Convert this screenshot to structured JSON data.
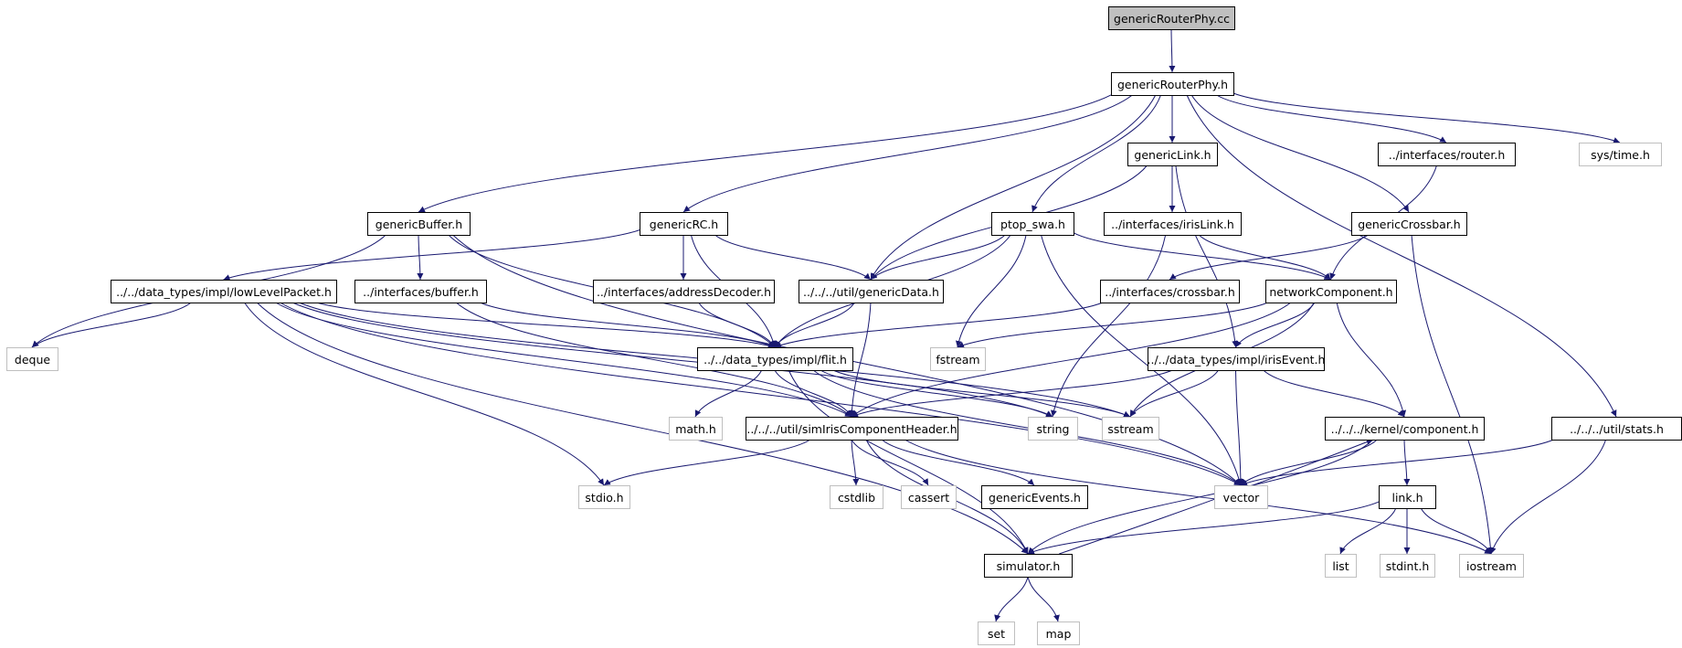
{
  "diagram": {
    "title": "",
    "colors": {
      "edge": "#191970",
      "root_fill": "#bfbfbf",
      "node_border": "#000000",
      "ext_border": "#bfbfbf",
      "text": "#000000"
    },
    "nodes": [
      {
        "id": "genericRouterPhy_cc",
        "label": "genericRouterPhy.cc",
        "kind": "root"
      },
      {
        "id": "genericRouterPhy_h",
        "label": "genericRouterPhy.h",
        "kind": "local"
      },
      {
        "id": "genericLink_h",
        "label": "genericLink.h",
        "kind": "local"
      },
      {
        "id": "interfaces_router_h",
        "label": "../interfaces/router.h",
        "kind": "local"
      },
      {
        "id": "sys_time_h",
        "label": "sys/time.h",
        "kind": "external"
      },
      {
        "id": "genericBuffer_h",
        "label": "genericBuffer.h",
        "kind": "local"
      },
      {
        "id": "genericRC_h",
        "label": "genericRC.h",
        "kind": "local"
      },
      {
        "id": "ptop_swa_h",
        "label": "ptop_swa.h",
        "kind": "local"
      },
      {
        "id": "interfaces_irisLink_h",
        "label": "../interfaces/irisLink.h",
        "kind": "local"
      },
      {
        "id": "genericCrossbar_h",
        "label": "genericCrossbar.h",
        "kind": "local"
      },
      {
        "id": "lowLevelPacket_h",
        "label": "../../data_types/impl/lowLevelPacket.h",
        "kind": "local"
      },
      {
        "id": "interfaces_buffer_h",
        "label": "../interfaces/buffer.h",
        "kind": "local"
      },
      {
        "id": "interfaces_addressDecoder_h",
        "label": "../interfaces/addressDecoder.h",
        "kind": "local"
      },
      {
        "id": "util_genericData_h",
        "label": "../../../util/genericData.h",
        "kind": "local"
      },
      {
        "id": "interfaces_crossbar_h",
        "label": "../interfaces/crossbar.h",
        "kind": "local"
      },
      {
        "id": "networkComponent_h",
        "label": "networkComponent.h",
        "kind": "local"
      },
      {
        "id": "deque",
        "label": "deque",
        "kind": "external"
      },
      {
        "id": "flit_h",
        "label": "../../data_types/impl/flit.h",
        "kind": "local"
      },
      {
        "id": "fstream",
        "label": "fstream",
        "kind": "external"
      },
      {
        "id": "irisEvent_h",
        "label": "../../data_types/impl/irisEvent.h",
        "kind": "local"
      },
      {
        "id": "math_h",
        "label": "math.h",
        "kind": "external"
      },
      {
        "id": "simIrisComponentHeader_h",
        "label": "../../../util/simIrisComponentHeader.h",
        "kind": "local"
      },
      {
        "id": "string",
        "label": "string",
        "kind": "external"
      },
      {
        "id": "sstream",
        "label": "sstream",
        "kind": "external"
      },
      {
        "id": "kernel_component_h",
        "label": "../../../kernel/component.h",
        "kind": "local"
      },
      {
        "id": "util_stats_h",
        "label": "../../../util/stats.h",
        "kind": "local"
      },
      {
        "id": "stdio_h",
        "label": "stdio.h",
        "kind": "external"
      },
      {
        "id": "cstdlib",
        "label": "cstdlib",
        "kind": "external"
      },
      {
        "id": "cassert",
        "label": "cassert",
        "kind": "external"
      },
      {
        "id": "genericEvents_h",
        "label": "genericEvents.h",
        "kind": "local"
      },
      {
        "id": "vector",
        "label": "vector",
        "kind": "external"
      },
      {
        "id": "link_h",
        "label": "link.h",
        "kind": "local"
      },
      {
        "id": "simulator_h",
        "label": "simulator.h",
        "kind": "local"
      },
      {
        "id": "list",
        "label": "list",
        "kind": "external"
      },
      {
        "id": "stdint_h",
        "label": "stdint.h",
        "kind": "external"
      },
      {
        "id": "iostream",
        "label": "iostream",
        "kind": "external"
      },
      {
        "id": "set",
        "label": "set",
        "kind": "external"
      },
      {
        "id": "map",
        "label": "map",
        "kind": "external"
      }
    ],
    "edges": [
      [
        "genericRouterPhy_cc",
        "genericRouterPhy_h"
      ],
      [
        "genericRouterPhy_h",
        "genericBuffer_h"
      ],
      [
        "genericRouterPhy_h",
        "genericRC_h"
      ],
      [
        "genericRouterPhy_h",
        "util_genericData_h"
      ],
      [
        "genericRouterPhy_h",
        "ptop_swa_h"
      ],
      [
        "genericRouterPhy_h",
        "genericLink_h"
      ],
      [
        "genericRouterPhy_h",
        "genericCrossbar_h"
      ],
      [
        "genericRouterPhy_h",
        "interfaces_router_h"
      ],
      [
        "genericRouterPhy_h",
        "util_stats_h"
      ],
      [
        "genericRouterPhy_h",
        "sys_time_h"
      ],
      [
        "genericLink_h",
        "util_genericData_h"
      ],
      [
        "genericLink_h",
        "interfaces_irisLink_h"
      ],
      [
        "genericLink_h",
        "irisEvent_h"
      ],
      [
        "interfaces_router_h",
        "networkComponent_h"
      ],
      [
        "genericBuffer_h",
        "deque"
      ],
      [
        "genericBuffer_h",
        "interfaces_buffer_h"
      ],
      [
        "genericBuffer_h",
        "flit_h"
      ],
      [
        "genericBuffer_h",
        "vector"
      ],
      [
        "genericRC_h",
        "lowLevelPacket_h"
      ],
      [
        "genericRC_h",
        "interfaces_addressDecoder_h"
      ],
      [
        "genericRC_h",
        "util_genericData_h"
      ],
      [
        "genericRC_h",
        "flit_h"
      ],
      [
        "ptop_swa_h",
        "util_genericData_h"
      ],
      [
        "ptop_swa_h",
        "flit_h"
      ],
      [
        "ptop_swa_h",
        "fstream"
      ],
      [
        "ptop_swa_h",
        "networkComponent_h"
      ],
      [
        "ptop_swa_h",
        "vector"
      ],
      [
        "interfaces_irisLink_h",
        "networkComponent_h"
      ],
      [
        "interfaces_irisLink_h",
        "string"
      ],
      [
        "genericCrossbar_h",
        "interfaces_crossbar_h"
      ],
      [
        "genericCrossbar_h",
        "iostream"
      ],
      [
        "lowLevelPacket_h",
        "deque"
      ],
      [
        "lowLevelPacket_h",
        "flit_h"
      ],
      [
        "lowLevelPacket_h",
        "simIrisComponentHeader_h"
      ],
      [
        "lowLevelPacket_h",
        "string"
      ],
      [
        "lowLevelPacket_h",
        "sstream"
      ],
      [
        "lowLevelPacket_h",
        "stdio_h"
      ],
      [
        "lowLevelPacket_h",
        "vector"
      ],
      [
        "lowLevelPacket_h",
        "simulator_h"
      ],
      [
        "interfaces_buffer_h",
        "flit_h"
      ],
      [
        "interfaces_buffer_h",
        "simIrisComponentHeader_h"
      ],
      [
        "interfaces_addressDecoder_h",
        "flit_h"
      ],
      [
        "util_genericData_h",
        "flit_h"
      ],
      [
        "util_genericData_h",
        "simIrisComponentHeader_h"
      ],
      [
        "interfaces_crossbar_h",
        "flit_h"
      ],
      [
        "networkComponent_h",
        "fstream"
      ],
      [
        "networkComponent_h",
        "irisEvent_h"
      ],
      [
        "networkComponent_h",
        "sstream"
      ],
      [
        "networkComponent_h",
        "kernel_component_h"
      ],
      [
        "networkComponent_h",
        "simIrisComponentHeader_h"
      ],
      [
        "flit_h",
        "math_h"
      ],
      [
        "flit_h",
        "simIrisComponentHeader_h"
      ],
      [
        "flit_h",
        "string"
      ],
      [
        "flit_h",
        "sstream"
      ],
      [
        "flit_h",
        "vector"
      ],
      [
        "flit_h",
        "simulator_h"
      ],
      [
        "irisEvent_h",
        "simIrisComponentHeader_h"
      ],
      [
        "irisEvent_h",
        "sstream"
      ],
      [
        "irisEvent_h",
        "kernel_component_h"
      ],
      [
        "irisEvent_h",
        "vector"
      ],
      [
        "simIrisComponentHeader_h",
        "stdio_h"
      ],
      [
        "simIrisComponentHeader_h",
        "cstdlib"
      ],
      [
        "simIrisComponentHeader_h",
        "cassert"
      ],
      [
        "simIrisComponentHeader_h",
        "genericEvents_h"
      ],
      [
        "simIrisComponentHeader_h",
        "simulator_h"
      ],
      [
        "simIrisComponentHeader_h",
        "iostream"
      ],
      [
        "kernel_component_h",
        "vector"
      ],
      [
        "kernel_component_h",
        "link_h"
      ],
      [
        "kernel_component_h",
        "simulator_h"
      ],
      [
        "util_stats_h",
        "vector"
      ],
      [
        "util_stats_h",
        "iostream"
      ],
      [
        "link_h",
        "simulator_h"
      ],
      [
        "link_h",
        "list"
      ],
      [
        "link_h",
        "stdint_h"
      ],
      [
        "link_h",
        "iostream"
      ],
      [
        "simulator_h",
        "set"
      ],
      [
        "simulator_h",
        "map"
      ],
      [
        "simulator_h",
        "kernel_component_h"
      ]
    ]
  }
}
